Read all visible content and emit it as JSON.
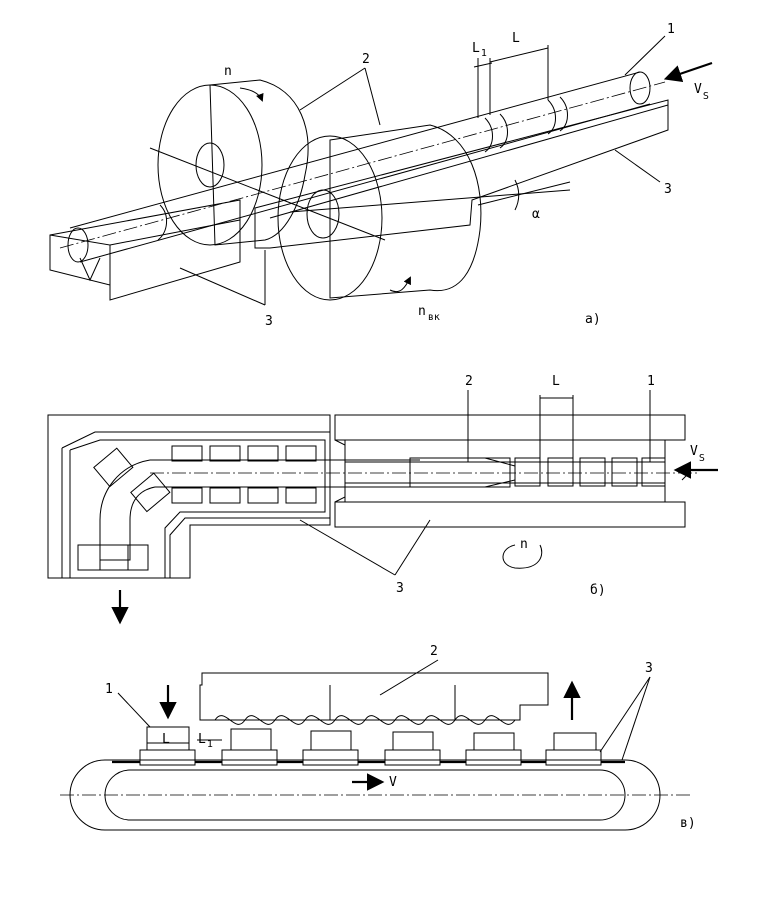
{
  "panel_a": {
    "label_1": "1",
    "label_2": "2",
    "label_3_right": "3",
    "label_3_bottom": "3",
    "label_n": "n",
    "label_n_vk": "n",
    "label_n_vk_sub": "вк",
    "label_L": "L",
    "label_L1": "L",
    "label_L1_sub": "1",
    "label_vs": "V",
    "label_vs_sub": "S",
    "label_alpha": "α",
    "caption": "а)"
  },
  "panel_b": {
    "label_1": "1",
    "label_2": "2",
    "label_3": "3",
    "label_L": "L",
    "label_n": "n",
    "label_vs": "V",
    "label_vs_sub": "S",
    "caption": "б)"
  },
  "panel_c": {
    "label_1": "1",
    "label_2": "2",
    "label_3": "3",
    "label_L": "L",
    "label_L1": "L",
    "label_L1_sub": "1",
    "label_v": "V",
    "caption": "в)"
  }
}
